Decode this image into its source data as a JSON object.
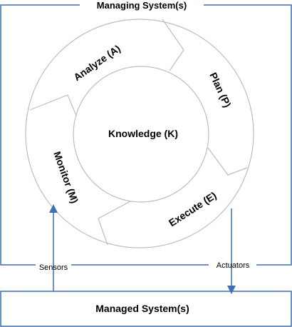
{
  "managing_system": {
    "title": "Managing System(s)"
  },
  "managed_system": {
    "title": "Managed System(s)"
  },
  "mape_k": {
    "knowledge": "Knowledge (K)",
    "monitor": "Monitor (M)",
    "analyze": "Analyze (A)",
    "plan": "Plan (P)",
    "execute": "Execute (E)"
  },
  "connections": {
    "sensors": "Sensors",
    "actuators": "Actuators"
  },
  "colors": {
    "box_border": "#3f6fb0",
    "arrow": "#3f6fb0",
    "ring_stroke": "#bdbdbd",
    "text": "#000000"
  }
}
